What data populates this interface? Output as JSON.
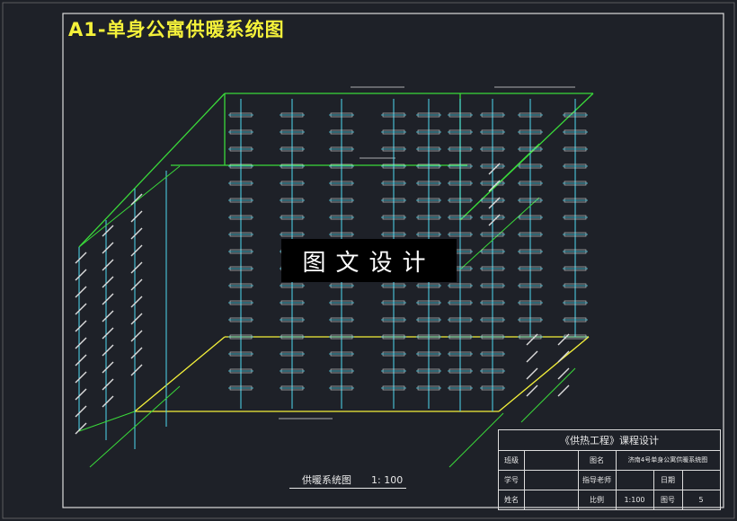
{
  "title": "A1-单身公寓供暖系统图",
  "watermark": "图文设计",
  "caption": {
    "name": "供暖系统图",
    "scale": "1: 100"
  },
  "title_block": {
    "header": "《供热工程》课程设计",
    "row1": [
      "班级",
      "",
      "图名",
      "济南4号单身公寓供暖系统图"
    ],
    "row2": [
      "学号",
      "",
      "指导老师",
      "",
      "日期",
      ""
    ],
    "row3": [
      "姓名",
      "",
      "比例",
      "1:100",
      "图号",
      "5"
    ]
  },
  "colors": {
    "background": "#1e2128",
    "pipe_green": "#3ad93a",
    "pipe_yellow": "#f4f13a",
    "riser_cyan": "#4fd9f0",
    "frame": "#dcdcdc"
  }
}
